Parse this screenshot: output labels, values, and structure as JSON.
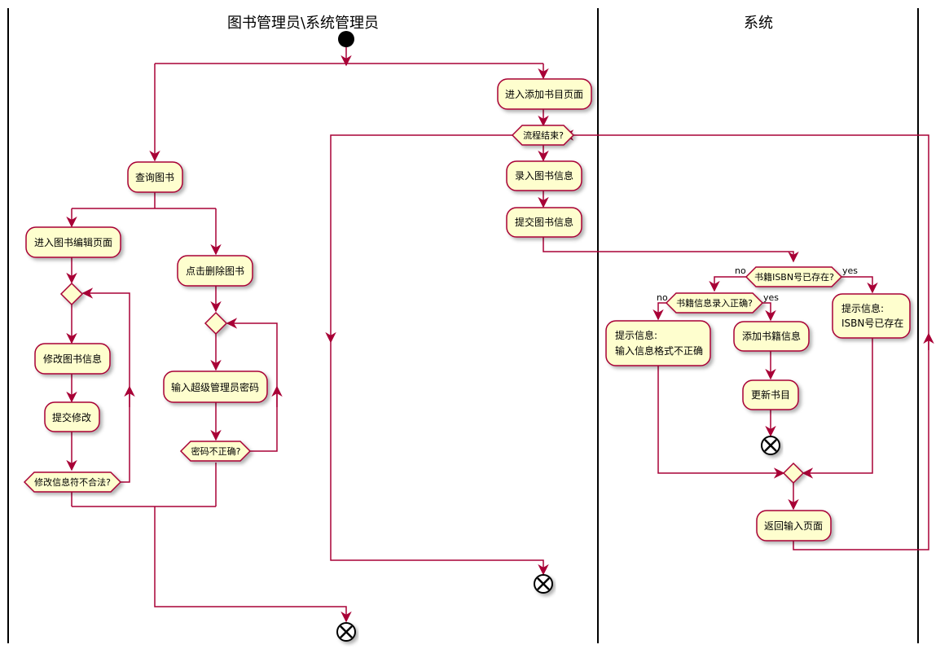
{
  "lanes": {
    "left_title": "图书管理员\\系统管理员",
    "right_title": "系统"
  },
  "activities": {
    "enter_add": "进入添加书目页面",
    "flow_end_q": "流程结束?",
    "input_info": "录入图书信息",
    "submit_info": "提交图书信息",
    "query": "查询图书",
    "enter_edit": "进入图书编辑页面",
    "click_delete": "点击删除图书",
    "modify": "修改图书信息",
    "submit_modify": "提交修改",
    "modify_invalid_q": "修改信息符不合法?",
    "input_pwd": "输入超级管理员密码",
    "pwd_wrong_q": "密码不正确?",
    "isbn_exists_q": "书籍ISBN号已存在?",
    "info_correct_q": "书籍信息录入正确?",
    "prompt_format_l1": "提示信息:",
    "prompt_format_l2": "输入信息格式不正确",
    "add_book": "添加书籍信息",
    "update": "更新书目",
    "prompt_isbn_l1": "提示信息:",
    "prompt_isbn_l2": "ISBN号已存在",
    "back_input": "返回输入页面"
  },
  "labels": {
    "no1": "no",
    "yes1": "yes",
    "no2": "no",
    "yes2": "yes"
  },
  "colors": {
    "activity_fill": "#FEFECE",
    "line": "#A80036",
    "lane_border": "#000000"
  }
}
